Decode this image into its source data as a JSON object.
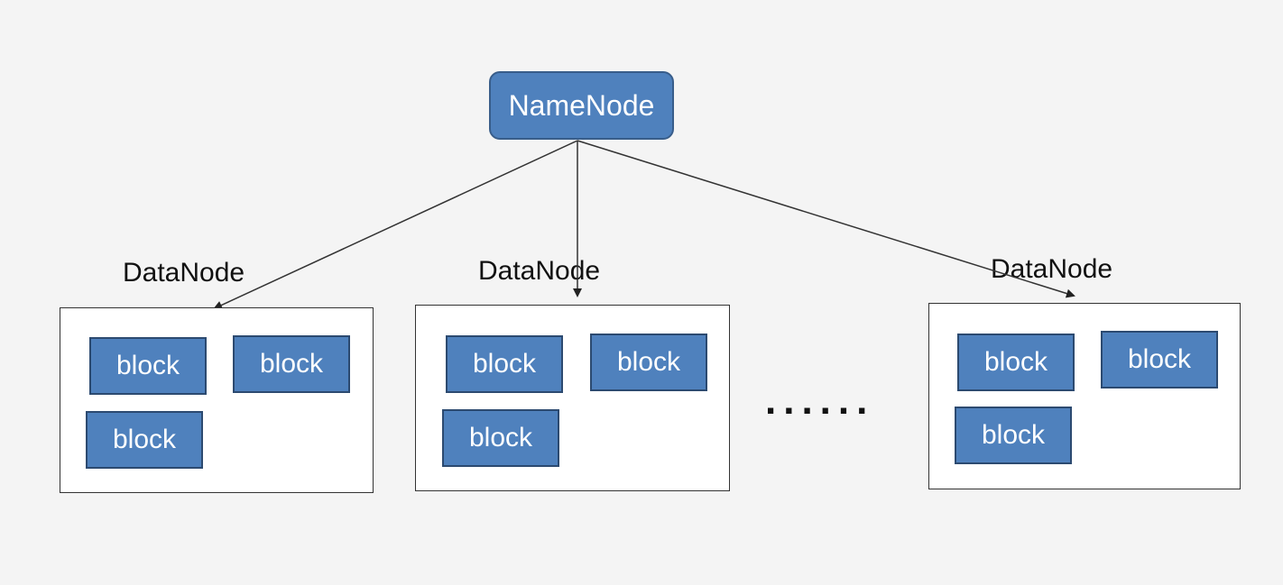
{
  "namenode": {
    "label": "NameNode"
  },
  "datanodes": [
    {
      "label": "DataNode",
      "blocks": [
        "block",
        "block",
        "block"
      ]
    },
    {
      "label": "DataNode",
      "blocks": [
        "block",
        "block",
        "block"
      ]
    },
    {
      "label": "DataNode",
      "blocks": [
        "block",
        "block",
        "block"
      ]
    }
  ],
  "ellipsis": "......",
  "colors": {
    "node_fill": "#4f81bd",
    "node_border": "#385d8a",
    "block_border": "#2c4a70",
    "line": "#333333",
    "background": "#f4f4f4"
  }
}
